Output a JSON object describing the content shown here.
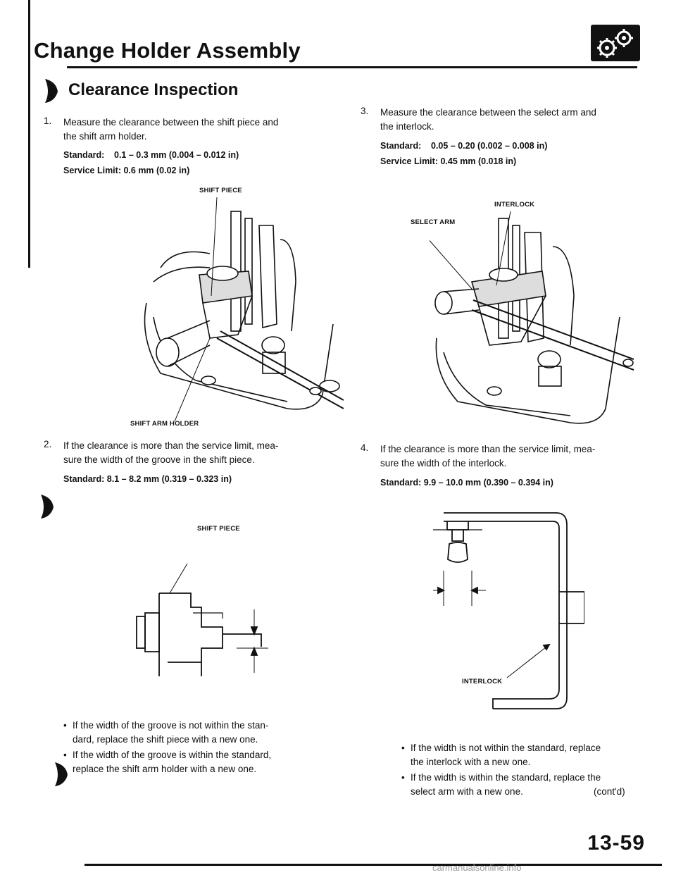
{
  "header": {
    "title": "Change Holder Assembly",
    "logo_icon": "mechanical-gears-icon"
  },
  "section": {
    "title": "Clearance Inspection"
  },
  "left": {
    "step1": {
      "num": "1.",
      "line1": "Measure the clearance between the shift piece and",
      "line2": "the shift arm holder.",
      "standard_label": "Standard:",
      "standard_value": "0.1 – 0.3 mm (0.004 – 0.012 in)",
      "service_label": "Service Limit:",
      "service_value": "0.6 mm (0.02 in)"
    },
    "fig1": {
      "label_top": "SHIFT PIECE",
      "label_bottom": "SHIFT ARM HOLDER"
    },
    "step2": {
      "num": "2.",
      "line1": "If the clearance is more than the service limit, mea-",
      "line2": "sure the width of the groove in the shift piece.",
      "standard": "Standard: 8.1 – 8.2 mm (0.319 – 0.323 in)"
    },
    "fig2": {
      "label_top": "SHIFT PIECE"
    },
    "bullets": [
      {
        "line1": "If the width of the groove is not within the stan-",
        "line2": "dard, replace the shift piece with a new one."
      },
      {
        "line1": "If the width of the groove is within the standard,",
        "line2": "replace the shift arm holder with a new one."
      }
    ]
  },
  "right": {
    "step3": {
      "num": "3.",
      "line1": "Measure the clearance between the select arm and",
      "line2": "the interlock.",
      "standard_label": "Standard:",
      "standard_value": "0.05 – 0.20 (0.002 – 0.008 in)",
      "service_label": "Service Limit:",
      "service_value": "0.45 mm (0.018 in)"
    },
    "fig3": {
      "label_interlock": "INTERLOCK",
      "label_select_arm": "SELECT ARM"
    },
    "step4": {
      "num": "4.",
      "line1": "If the clearance is more than the service limit, mea-",
      "line2": "sure the width of the interlock.",
      "standard": "Standard: 9.9 – 10.0 mm (0.390 – 0.394 in)"
    },
    "fig4": {
      "label": "INTERLOCK"
    },
    "bullets": [
      {
        "line1": "If the width is not within the standard, replace",
        "line2": "the interlock with a new one."
      },
      {
        "line1": "If the width is within the standard, replace the",
        "line2": "select arm with a new one."
      }
    ],
    "contd": "(cont'd)"
  },
  "footer": {
    "page_number": "13-59",
    "watermark": "carmanualsonline.info"
  }
}
